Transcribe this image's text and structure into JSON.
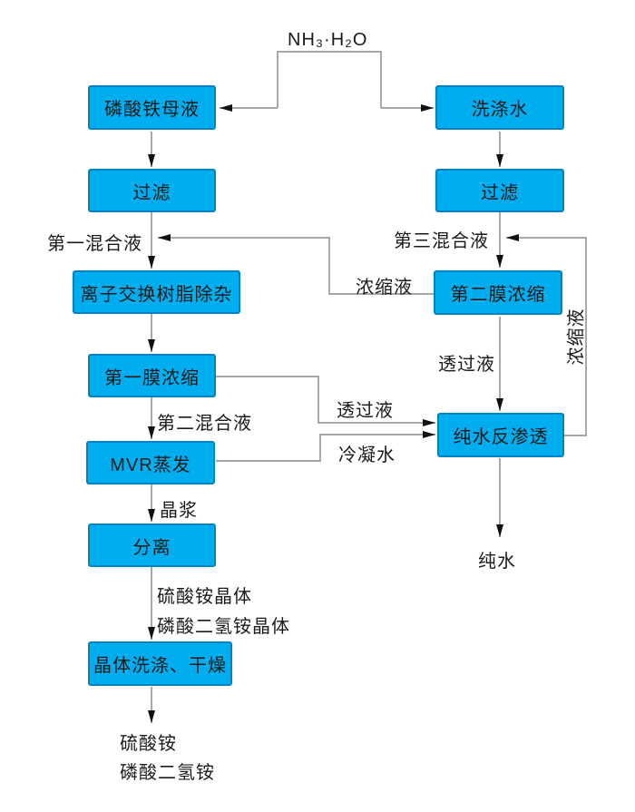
{
  "diagram": {
    "reagent_label": "NH₃·H₂O",
    "boxes": [
      {
        "id": "iron-phosphate-mother-liquor",
        "label": "磷酸铁母液"
      },
      {
        "id": "filter-left",
        "label": "过滤"
      },
      {
        "id": "ion-exchange-resin",
        "label": "离子交换树脂除杂"
      },
      {
        "id": "first-membrane-concentration",
        "label": "第一膜浓缩"
      },
      {
        "id": "mvr-evaporation",
        "label": "MVR蒸发"
      },
      {
        "id": "separation",
        "label": "分离"
      },
      {
        "id": "crystal-washing-drying",
        "label": "晶体洗涤、干燥"
      },
      {
        "id": "washing-water",
        "label": "洗涤水"
      },
      {
        "id": "filter-right",
        "label": "过滤"
      },
      {
        "id": "second-membrane-concentration",
        "label": "第二膜浓缩"
      },
      {
        "id": "pure-water-reverse-osmosis",
        "label": "纯水反渗透"
      }
    ],
    "stream_labels": {
      "first_mixture": "第一混合液",
      "third_mixture": "第三混合液",
      "concentrate_left": "浓缩液",
      "concentrate_right_vertical": "浓缩液",
      "permeate_mid": "透过液",
      "permeate_left": "透过液",
      "second_mixture": "第二混合液",
      "condensate": "冷凝水",
      "crystal_slurry": "晶浆",
      "ammonium_sulfate_crystal": "硫酸铵晶体",
      "monoammonium_phosphate_crystal": "磷酸二氢铵晶体",
      "ammonium_sulfate": "硫酸铵",
      "monoammonium_phosphate": "磷酸二氢铵",
      "pure_water": "纯水"
    },
    "colors": {
      "box_fill": "#00aeef",
      "box_border": "#0083c0",
      "line": "#9a9a9a",
      "arrow": "#111111",
      "text": "#1a1a1a"
    }
  }
}
